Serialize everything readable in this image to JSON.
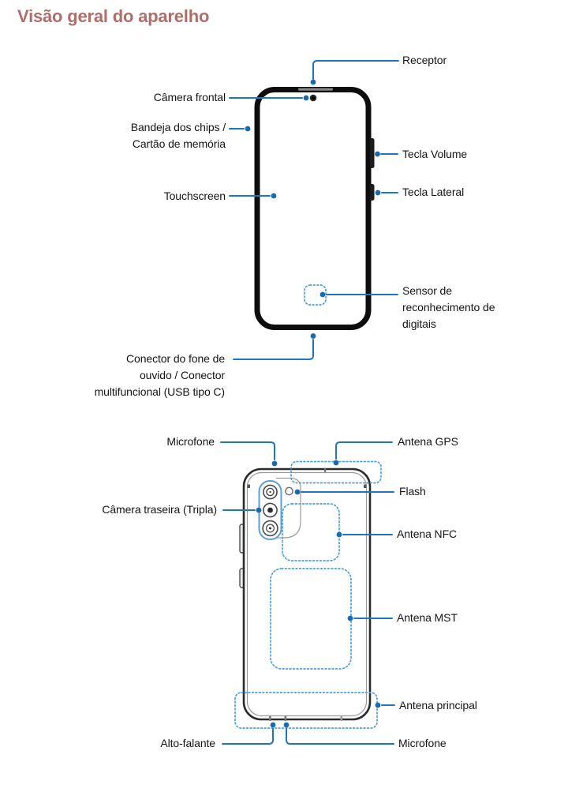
{
  "page": {
    "title": "Visão geral do aparelho"
  },
  "colors": {
    "title_accent": "#ad6f6b",
    "callout_line": "#1e76bd",
    "callout_dot": "#1a6ab0",
    "dotted_area_blue": "#4aa1dd",
    "label_text": "#151515",
    "phone_front_body": "#0d0d0d",
    "phone_back_outline": "#2b2b2b",
    "camera_module_outline": "#5aa0d8"
  },
  "front_view": {
    "labels": {
      "receptor": "Receptor",
      "camera_frontal": "Câmera frontal",
      "bandeja": "Bandeja dos chips /\nCartão de memória",
      "touchscreen": "Touchscreen",
      "tecla_volume": "Tecla Volume",
      "tecla_lateral": "Tecla Lateral",
      "sensor_digitais": "Sensor de\nreconhecimento de\ndigitais",
      "conector": "Conector do fone de\nouvido / Conector\nmultifuncional (USB tipo C)"
    }
  },
  "back_view": {
    "labels": {
      "microfone_top": "Microfone",
      "antena_gps": "Antena GPS",
      "camera_traseira": "Câmera traseira (Tripla)",
      "flash": "Flash",
      "antena_nfc": "Antena NFC",
      "antena_mst": "Antena MST",
      "antena_principal": "Antena principal",
      "alto_falante": "Alto-falante",
      "microfone_bottom": "Microfone"
    }
  }
}
